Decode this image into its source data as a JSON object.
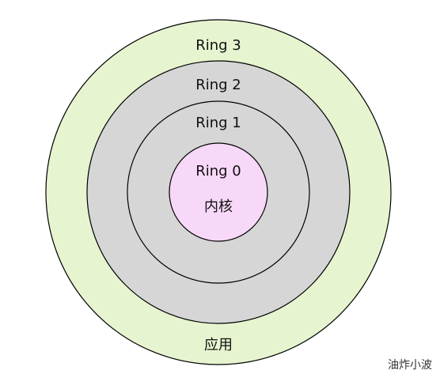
{
  "diagram": {
    "rings": [
      {
        "id": "ring3",
        "label": "Ring 3",
        "fill": "#e6f5d0",
        "stroke": "#000000"
      },
      {
        "id": "ring2",
        "label": "Ring 2",
        "fill": "#d6d6d6",
        "stroke": "#000000"
      },
      {
        "id": "ring1",
        "label": "Ring 1",
        "fill": "#d6d6d6",
        "stroke": "#000000"
      },
      {
        "id": "ring0",
        "label": "Ring 0",
        "fill": "#f8d8f8",
        "stroke": "#000000"
      }
    ],
    "core_label": "内核",
    "app_label": "应用"
  },
  "watermark": "油炸小波"
}
